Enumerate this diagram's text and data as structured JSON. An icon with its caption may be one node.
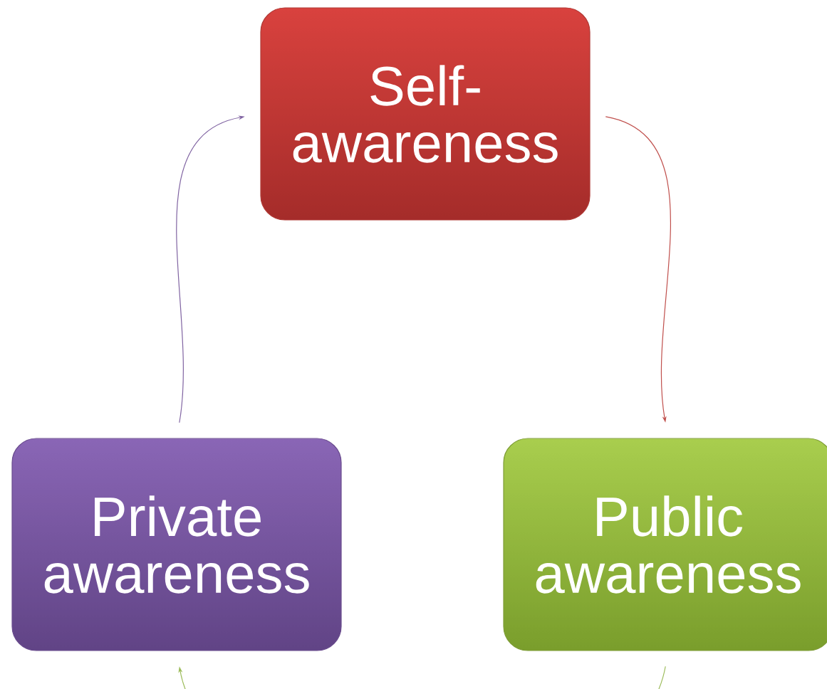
{
  "diagram": {
    "nodes": [
      {
        "text": [
          "Self-awareness"
        ]
      },
      {
        "text": [
          "Public awareness"
        ]
      },
      {
        "text": [
          "Private awareness"
        ]
      }
    ],
    "edges": [
      {
        "from": 0,
        "to": 1,
        "arrow": "to",
        "color": "#c0504d"
      },
      {
        "from": 1,
        "to": 2,
        "arrow": "to",
        "color": "#9bbb59"
      },
      {
        "from": 2,
        "to": 0,
        "arrow": "to",
        "color": "#8064a2"
      }
    ]
  }
}
